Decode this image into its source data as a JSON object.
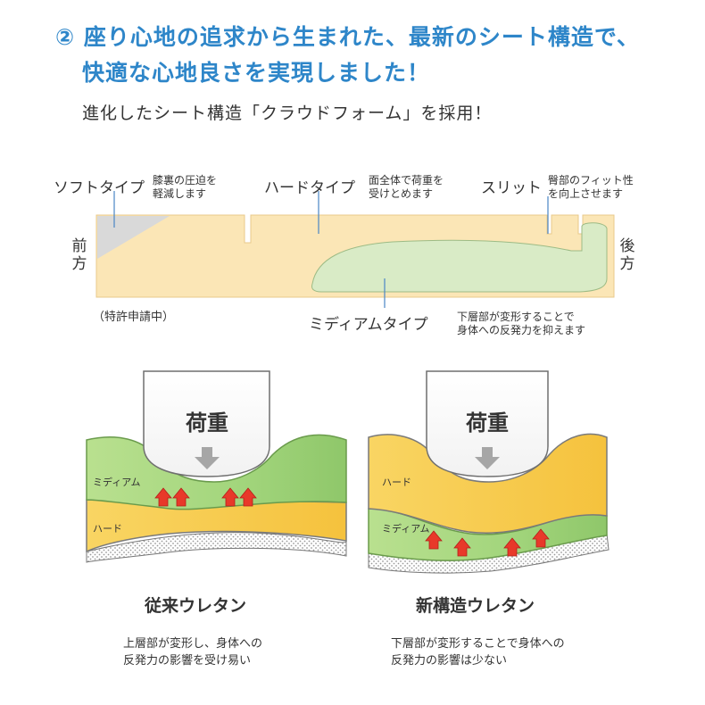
{
  "heading": {
    "number": "②",
    "line1": "座り心地の追求から生まれた、最新のシート構造で、",
    "line2": "快適な心地良さを実現しました！"
  },
  "subheading": "進化したシート構造「クラウドフォーム」を採用！",
  "seat_diagram": {
    "soft_type": {
      "title": "ソフトタイプ",
      "desc_line1": "膝裏の圧迫を",
      "desc_line2": "軽減します"
    },
    "hard_type": {
      "title": "ハードタイプ",
      "desc_line1": "面全体で荷重を",
      "desc_line2": "受けとめます"
    },
    "slit": {
      "title": "スリット",
      "desc_line1": "臀部のフィット性",
      "desc_line2": "を向上させます"
    },
    "medium_type": {
      "title": "ミディアムタイプ",
      "desc_line1": "下層部が変形することで",
      "desc_line2": "身体への反発力を抑えます"
    },
    "front_label": [
      "前",
      "方"
    ],
    "back_label": [
      "後",
      "方"
    ],
    "patent": "（特許申請中）",
    "colors": {
      "hard": "#fbe6b6",
      "medium": "#d9ebc6",
      "soft": "#d9d9d9",
      "line": "#4a86c5"
    }
  },
  "comparison": {
    "conventional": {
      "load_label": "荷重",
      "layer_top": "ミディアム",
      "layer_bottom": "ハード",
      "caption": "従来ウレタン",
      "desc_line1": "上層部が変形し、身体への",
      "desc_line2": "反発力の影響を受け易い"
    },
    "new_structure": {
      "load_label": "荷重",
      "layer_top": "ハード",
      "layer_bottom": "ミディアム",
      "caption": "新構造ウレタン",
      "desc_line1": "下層部が変形することで身体への",
      "desc_line2": "反発力の影響は少ない"
    },
    "colors": {
      "green": "#9fd27a",
      "yellow": "#f7c948",
      "arrow": "#e8392a",
      "load_arrow": "#a6a6a6"
    }
  }
}
